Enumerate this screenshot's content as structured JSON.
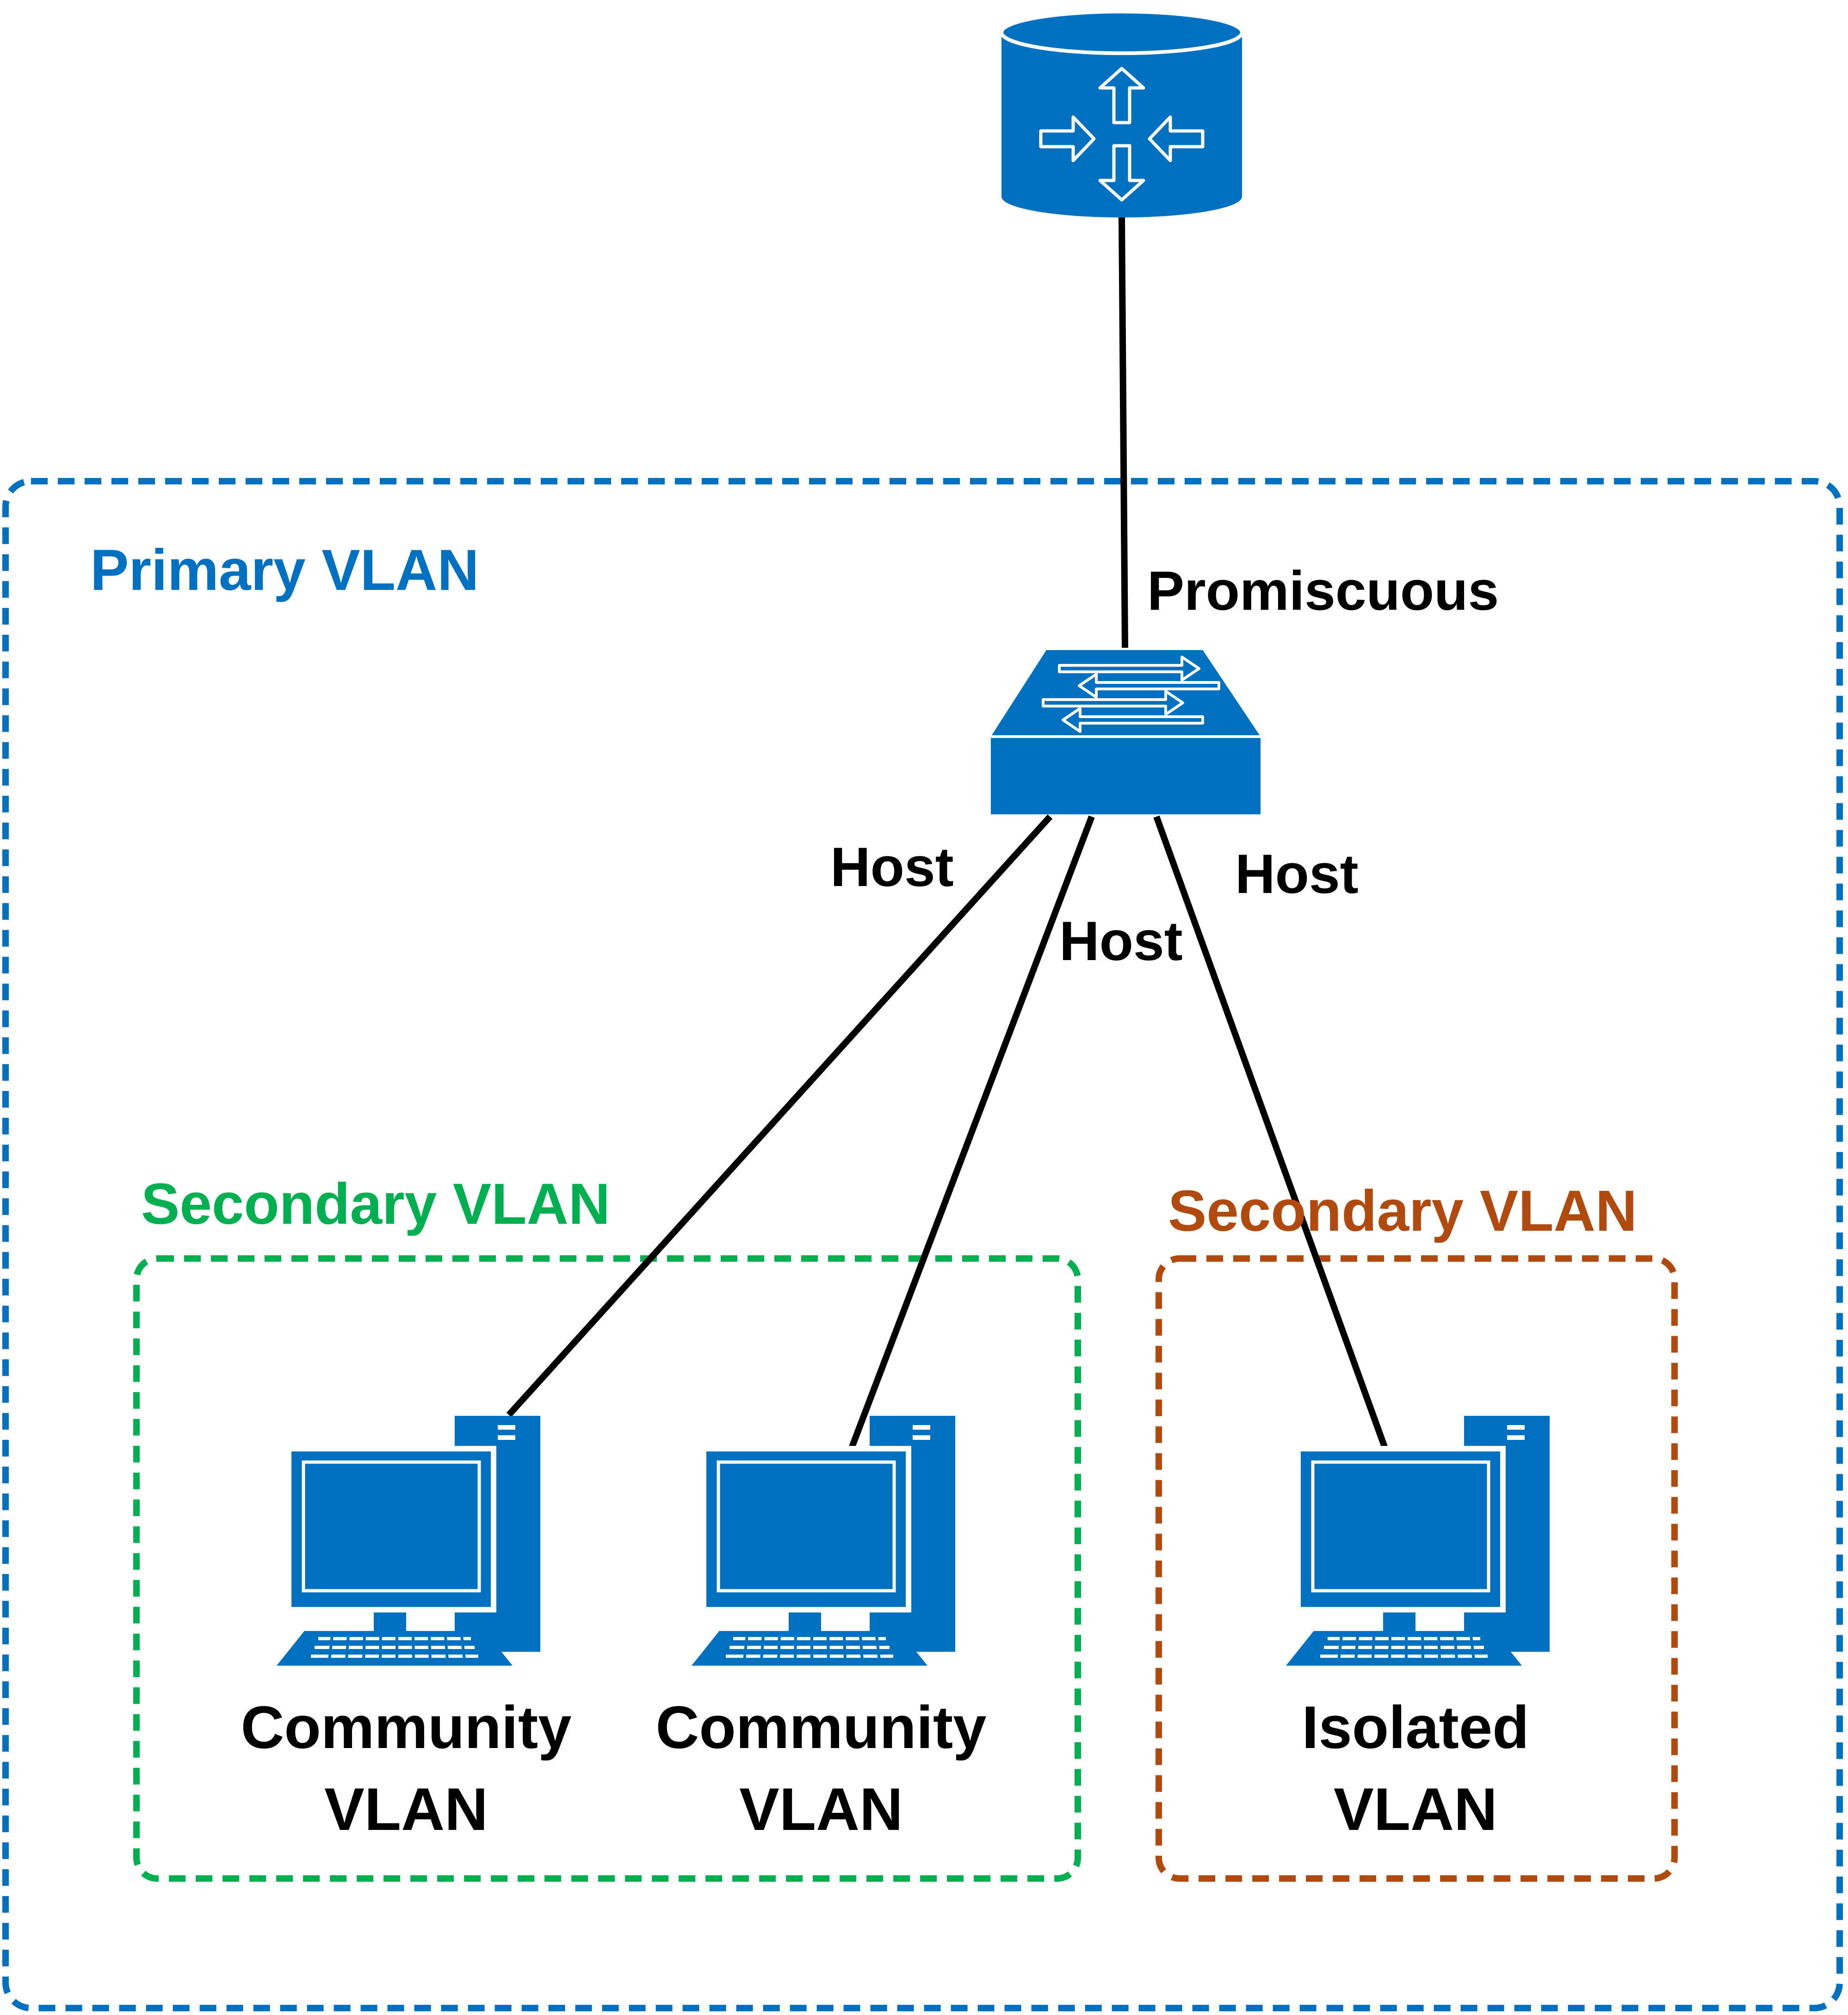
{
  "colors": {
    "primary": "#0070C0",
    "community": "#00B050",
    "isolated": "#B04A0E",
    "link": "#000000",
    "device": "#0070C0"
  },
  "icons": {
    "router": "router-icon",
    "switch": "switch-icon",
    "host": "desktop-computer-icon"
  },
  "regions": {
    "primary": {
      "label": "Primary VLAN"
    },
    "community": {
      "label": "Secondary VLAN"
    },
    "isolated": {
      "label": "Secondary VLAN"
    }
  },
  "links": {
    "uplink": "Promiscuous",
    "host1": "Host",
    "host2": "Host",
    "host3": "Host"
  },
  "hosts": [
    {
      "line1": "Community",
      "line2": "VLAN"
    },
    {
      "line1": "Community",
      "line2": "VLAN"
    },
    {
      "line1": "Isolated",
      "line2": "VLAN"
    }
  ]
}
